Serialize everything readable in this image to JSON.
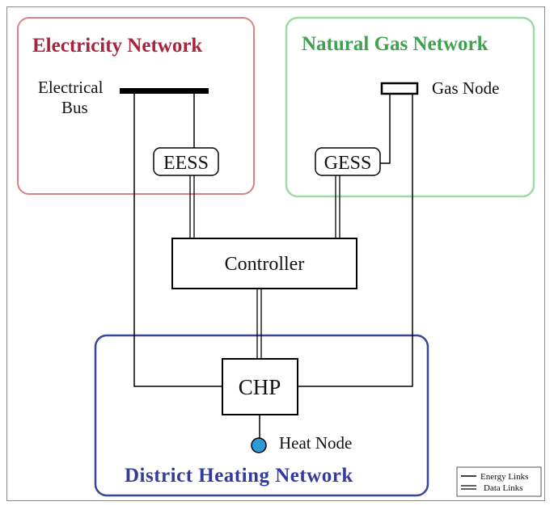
{
  "networks": {
    "electricity": {
      "title": "Electricity Network",
      "color": "#a8243e",
      "border": "#d98484"
    },
    "gas": {
      "title": "Natural Gas Network",
      "color": "#3fa24f",
      "border": "#9ddba4"
    },
    "heating": {
      "title": "District Heating Network",
      "color": "#323c9a",
      "border": "#36479a"
    }
  },
  "nodes": {
    "electrical_bus": [
      "Electrical",
      "Bus"
    ],
    "gas_node": "Gas Node",
    "eess": "EESS",
    "gess": "GESS",
    "controller": "Controller",
    "chp": "CHP",
    "heat_node": "Heat Node",
    "heat_node_color": "#2b9ad6"
  },
  "legend": {
    "energy": "Energy Links",
    "data": "Data Links"
  }
}
